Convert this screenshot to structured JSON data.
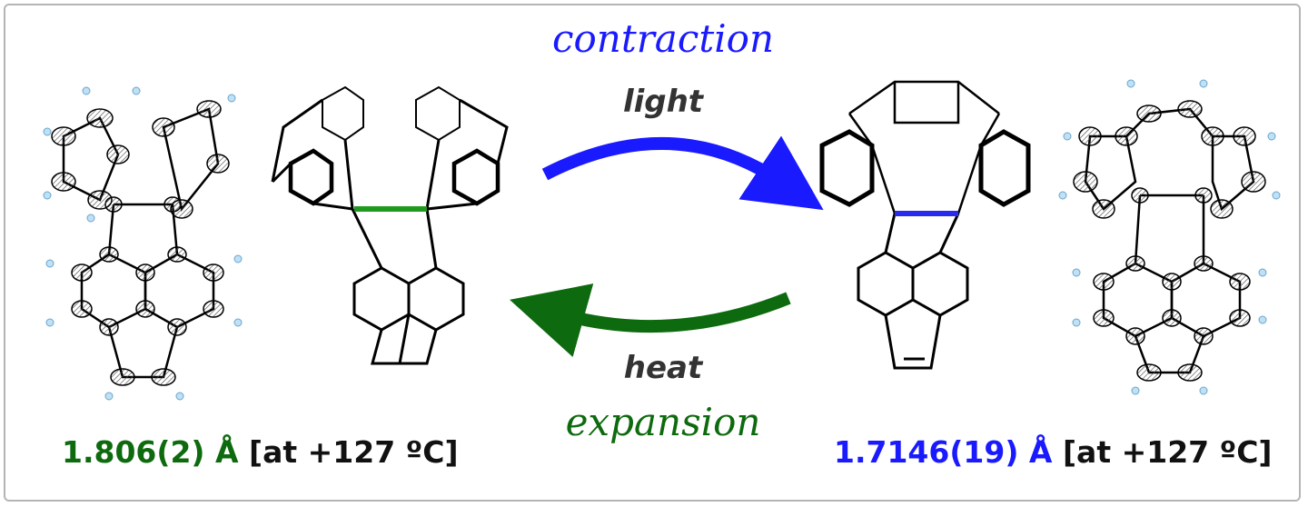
{
  "top_label": "contraction",
  "bottom_label": "expansion",
  "forward_condition": "light",
  "reverse_condition": "heat",
  "left_measurement": {
    "value": "1.806(2) Å",
    "condition": "[at +127 ºC]"
  },
  "right_measurement": {
    "value": "1.7146(19) Å",
    "condition": "[at +127 ºC]"
  },
  "colors": {
    "contraction": "#1a1aff",
    "expansion": "#0e6a0e",
    "long_bond": "#1f9a1f",
    "short_bond": "#2a2aee"
  }
}
